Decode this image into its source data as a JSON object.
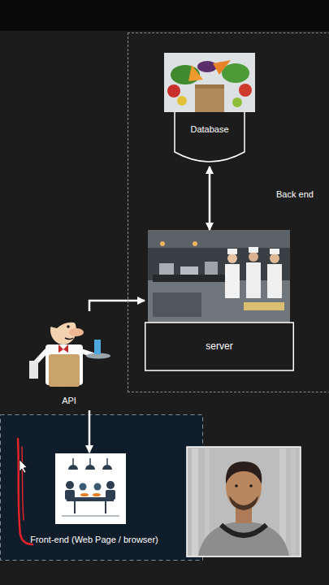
{
  "diagram": {
    "nodes": [
      {
        "text": [
          "Back end"
        ]
      },
      {
        "text": [
          "Database"
        ],
        "in": 0
      },
      {
        "text": [
          "server"
        ],
        "in": 0
      },
      {
        "text": [
          "API"
        ]
      },
      {
        "text": [
          "Front-end (Web Page / browser)"
        ]
      }
    ],
    "edges": [
      {
        "from": 1,
        "to": 2,
        "arrow": "both"
      },
      {
        "from": 3,
        "to": 2,
        "arrow": "to"
      },
      {
        "from": 3,
        "to": 4,
        "arrow": "to"
      }
    ]
  }
}
